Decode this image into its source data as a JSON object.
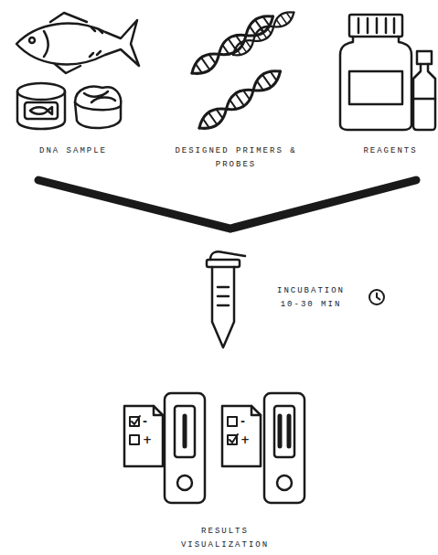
{
  "diagram": {
    "labels": [
      "DNA SAMPLE",
      "DESIGNED PRIMERS & PROBES",
      "REAGENTS",
      "INCUBATION 10-30 MIN",
      "-",
      "+",
      "-",
      "+",
      "RESULTS VISUALIZATION"
    ]
  }
}
